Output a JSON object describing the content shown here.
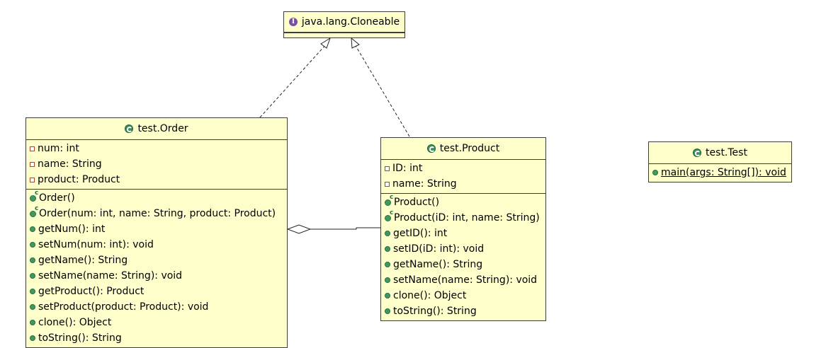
{
  "diagram": {
    "interface": {
      "name": "java.lang.Cloneable",
      "icon": "interface-icon"
    },
    "classes": [
      {
        "id": "order",
        "name": "test.Order",
        "icon": "class-icon",
        "fields": [
          {
            "text": "num: int",
            "visibility": "private"
          },
          {
            "text": "name: String",
            "visibility": "private"
          },
          {
            "text": "product: Product",
            "visibility": "private"
          }
        ],
        "methods": [
          {
            "text": "Order()",
            "visibility": "constructor"
          },
          {
            "text": "Order(num: int, name: String, product: Product)",
            "visibility": "constructor"
          },
          {
            "text": "getNum(): int",
            "visibility": "public"
          },
          {
            "text": "setNum(num: int): void",
            "visibility": "public"
          },
          {
            "text": "getName(): String",
            "visibility": "public"
          },
          {
            "text": "setName(name: String): void",
            "visibility": "public"
          },
          {
            "text": "getProduct(): Product",
            "visibility": "public"
          },
          {
            "text": "setProduct(product: Product): void",
            "visibility": "public"
          },
          {
            "text": "clone(): Object",
            "visibility": "public"
          },
          {
            "text": "toString(): String",
            "visibility": "public"
          }
        ]
      },
      {
        "id": "product",
        "name": "test.Product",
        "icon": "class-icon",
        "fields": [
          {
            "text": "ID: int",
            "visibility": "private"
          },
          {
            "text": "name: String",
            "visibility": "private"
          }
        ],
        "methods": [
          {
            "text": "Product()",
            "visibility": "constructor"
          },
          {
            "text": "Product(iD: int, name: String)",
            "visibility": "constructor"
          },
          {
            "text": "getID(): int",
            "visibility": "public"
          },
          {
            "text": "setID(iD: int): void",
            "visibility": "public"
          },
          {
            "text": "getName(): String",
            "visibility": "public"
          },
          {
            "text": "setName(name: String): void",
            "visibility": "public"
          },
          {
            "text": "clone(): Object",
            "visibility": "public"
          },
          {
            "text": "toString(): String",
            "visibility": "public"
          }
        ]
      },
      {
        "id": "test",
        "name": "test.Test",
        "icon": "class-icon",
        "fields": [],
        "methods": [
          {
            "text": " main(args: String[]): void",
            "visibility": "public",
            "static": true
          }
        ]
      }
    ],
    "relations": [
      {
        "from": "test.Order",
        "to": "java.lang.Cloneable",
        "kind": "realization"
      },
      {
        "from": "test.Product",
        "to": "java.lang.Cloneable",
        "kind": "realization"
      },
      {
        "from": "test.Order",
        "to": "test.Product",
        "kind": "aggregation"
      }
    ],
    "colors": {
      "box_fill": "#ffffcc",
      "border": "#3d3d3d",
      "class_icon": "#3f8f5f",
      "interface_icon": "#7b4fa3",
      "private_marker": "#c0392b",
      "public_marker": "#3f9a5f"
    }
  }
}
